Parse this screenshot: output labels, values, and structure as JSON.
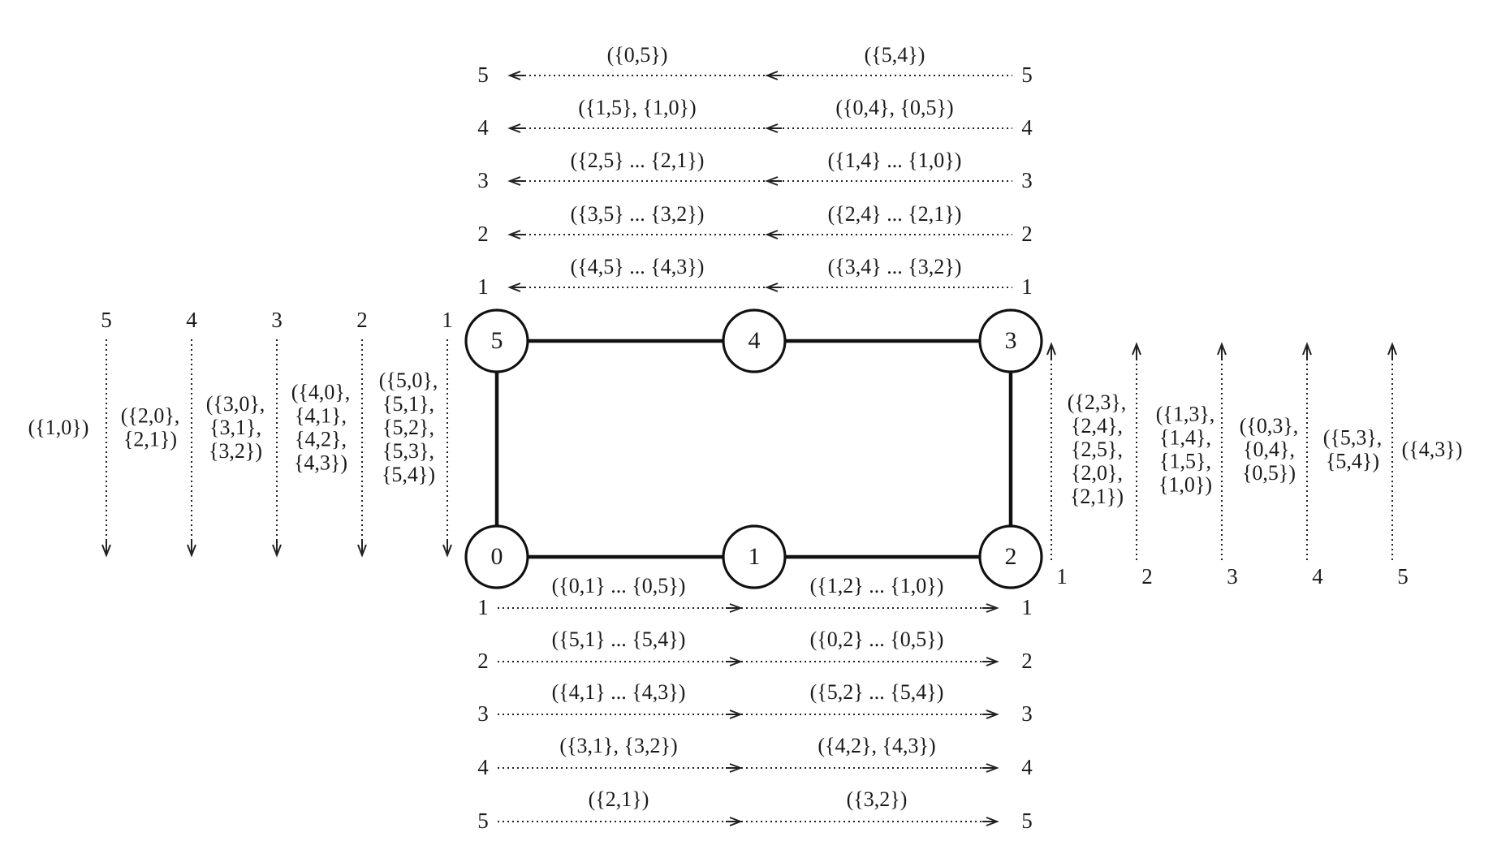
{
  "ring": {
    "nodes": [
      {
        "id": "0",
        "label": "0"
      },
      {
        "id": "1",
        "label": "1"
      },
      {
        "id": "2",
        "label": "2"
      },
      {
        "id": "3",
        "label": "3"
      },
      {
        "id": "4",
        "label": "4"
      },
      {
        "id": "5",
        "label": "5"
      }
    ],
    "edges": [
      [
        "0",
        "1"
      ],
      [
        "1",
        "2"
      ],
      [
        "2",
        "3"
      ],
      [
        "3",
        "4"
      ],
      [
        "4",
        "5"
      ],
      [
        "5",
        "0"
      ]
    ]
  },
  "top": {
    "direction": "leftward",
    "rows": [
      {
        "step": "5",
        "left": "({0,5})",
        "right": "({5,4})"
      },
      {
        "step": "4",
        "left": "({1,5}, {1,0})",
        "right": "({0,4}, {0,5})"
      },
      {
        "step": "3",
        "left": "({2,5} ... {2,1})",
        "right": "({1,4} ... {1,0})"
      },
      {
        "step": "2",
        "left": "({3,5} ... {3,2})",
        "right": "({2,4} ... {2,1})"
      },
      {
        "step": "1",
        "left": "({4,5} ... {4,3})",
        "right": "({3,4} ... {3,2})"
      }
    ]
  },
  "bottom": {
    "direction": "rightward",
    "rows": [
      {
        "step": "1",
        "left": "({0,1} ... {0,5})",
        "right": "({1,2} ... {1,0})"
      },
      {
        "step": "2",
        "left": "({5,1} ... {5,4})",
        "right": "({0,2} ... {0,5})"
      },
      {
        "step": "3",
        "left": "({4,1} ... {4,3})",
        "right": "({5,2} ... {5,4})"
      },
      {
        "step": "4",
        "left": "({3,1}, {3,2})",
        "right": "({4,2}, {4,3})"
      },
      {
        "step": "5",
        "left": "({2,1})",
        "right": "({3,2})"
      }
    ]
  },
  "left": {
    "direction": "downward",
    "columns": [
      {
        "step": "5",
        "label": [
          "({1,0})"
        ]
      },
      {
        "step": "4",
        "label": [
          "({2,0},",
          "{2,1})"
        ]
      },
      {
        "step": "3",
        "label": [
          "({3,0},",
          "{3,1},",
          "{3,2})"
        ]
      },
      {
        "step": "2",
        "label": [
          "({4,0},",
          "{4,1},",
          "{4,2},",
          "{4,3})"
        ]
      },
      {
        "step": "1",
        "label": [
          "({5,0},",
          "{5,1},",
          "{5,2},",
          "{5,3},",
          "{5,4})"
        ]
      }
    ]
  },
  "right": {
    "direction": "upward",
    "columns": [
      {
        "step": "1",
        "label": [
          "({2,3},",
          "{2,4},",
          "{2,5},",
          "{2,0},",
          "{2,1})"
        ]
      },
      {
        "step": "2",
        "label": [
          "({1,3},",
          "{1,4},",
          "{1,5},",
          "{1,0})"
        ]
      },
      {
        "step": "3",
        "label": [
          "({0,3},",
          "{0,4},",
          "{0,5})"
        ]
      },
      {
        "step": "4",
        "label": [
          "({5,3},",
          "{5,4})"
        ]
      },
      {
        "step": "5",
        "label": [
          "({4,3})"
        ]
      }
    ]
  }
}
